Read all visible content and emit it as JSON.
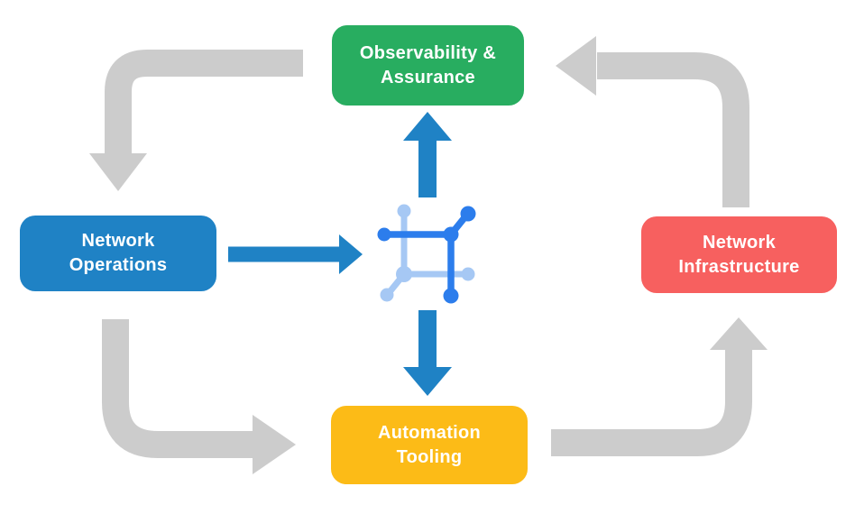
{
  "title": "Network automation lifecycle diagram",
  "nodes": {
    "observability": {
      "line1": "Observability &",
      "line2": "Assurance",
      "color": "#28AD60"
    },
    "operations": {
      "line1": "Network",
      "line2": "Operations",
      "color": "#1F82C5"
    },
    "infrastructure": {
      "line1": "Network",
      "line2": "Infrastructure",
      "color": "#F7605F"
    },
    "automation": {
      "line1": "Automation",
      "line2": "Tooling",
      "color": "#FCBB17"
    }
  },
  "colors": {
    "background": "#FFFFFF",
    "label_text": "#FFFFFF",
    "gray_arrow": "#CCCCCC",
    "blue_arrow": "#1F82C5",
    "icon_dark": "#2C7DEC",
    "icon_light": "#A6C8F4"
  },
  "icon": {
    "name": "network-mesh-icon"
  }
}
